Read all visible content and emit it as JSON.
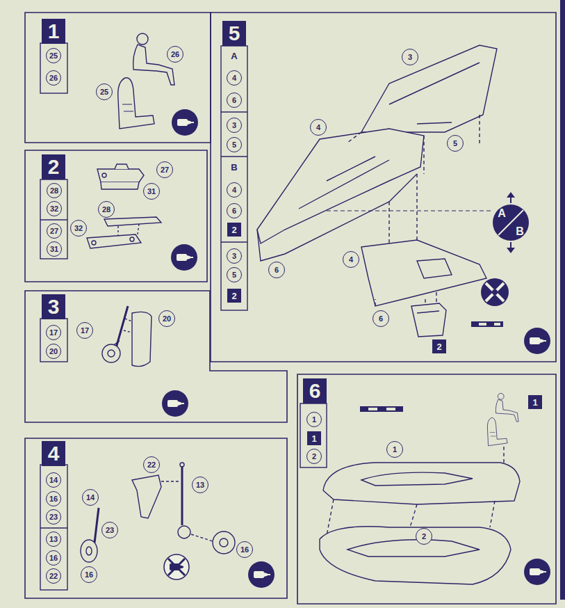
{
  "diagram": {
    "nodes": [
      {
        "text": [
          "1"
        ]
      },
      {
        "text": [
          "25"
        ],
        "in": 0
      },
      {
        "text": [
          "26"
        ],
        "in": 0
      },
      {
        "text": [
          "26"
        ],
        "in": 0
      },
      {
        "text": [
          "25"
        ],
        "in": 0
      },
      {
        "text": [
          "2"
        ]
      },
      {
        "text": [
          "28"
        ],
        "in": 5
      },
      {
        "text": [
          "32"
        ],
        "in": 5
      },
      {
        "text": [
          "27"
        ],
        "in": 5
      },
      {
        "text": [
          "31"
        ],
        "in": 5
      },
      {
        "text": [
          "27"
        ],
        "in": 5
      },
      {
        "text": [
          "31"
        ],
        "in": 5
      },
      {
        "text": [
          "28"
        ],
        "in": 5
      },
      {
        "text": [
          "32"
        ],
        "in": 5
      },
      {
        "text": [
          "3"
        ]
      },
      {
        "text": [
          "17"
        ],
        "in": 14
      },
      {
        "text": [
          "20"
        ],
        "in": 14
      },
      {
        "text": [
          "17"
        ],
        "in": 14
      },
      {
        "text": [
          "20"
        ],
        "in": 14
      },
      {
        "text": [
          "4"
        ]
      },
      {
        "text": [
          "14"
        ],
        "in": 19
      },
      {
        "text": [
          "16"
        ],
        "in": 19
      },
      {
        "text": [
          "23"
        ],
        "in": 19
      },
      {
        "text": [
          "13"
        ],
        "in": 19
      },
      {
        "text": [
          "16"
        ],
        "in": 19
      },
      {
        "text": [
          "22"
        ],
        "in": 19
      },
      {
        "text": [
          "22"
        ],
        "in": 19
      },
      {
        "text": [
          "13"
        ],
        "in": 19
      },
      {
        "text": [
          "14"
        ],
        "in": 19
      },
      {
        "text": [
          "23"
        ],
        "in": 19
      },
      {
        "text": [
          "16"
        ],
        "in": 19
      },
      {
        "text": [
          "16"
        ],
        "in": 19
      },
      {
        "text": [
          "5"
        ]
      },
      {
        "text": [
          "4"
        ],
        "in": 32
      },
      {
        "text": [
          "6"
        ],
        "in": 32
      },
      {
        "text": [
          "3"
        ],
        "in": 32
      },
      {
        "text": [
          "5"
        ],
        "in": 32
      },
      {
        "text": [
          "4"
        ],
        "in": 32
      },
      {
        "text": [
          "6"
        ],
        "in": 32
      },
      {
        "text": [
          "2"
        ],
        "in": 32
      },
      {
        "text": [
          "3"
        ],
        "in": 32
      },
      {
        "text": [
          "5"
        ],
        "in": 32
      },
      {
        "text": [
          "2"
        ],
        "in": 32
      },
      {
        "text": [
          "3"
        ],
        "in": 32
      },
      {
        "text": [
          "4"
        ],
        "in": 32
      },
      {
        "text": [
          "5"
        ],
        "in": 32
      },
      {
        "text": [
          "4"
        ],
        "in": 32
      },
      {
        "text": [
          "6"
        ],
        "in": 32
      },
      {
        "text": [
          "6"
        ],
        "in": 32
      },
      {
        "text": [
          "2"
        ],
        "in": 32
      },
      {
        "text": [
          "A",
          "B"
        ],
        "in": 32
      },
      {
        "text": [
          "6"
        ]
      },
      {
        "text": [
          "1"
        ],
        "in": 51
      },
      {
        "text": [
          "1"
        ],
        "in": 51
      },
      {
        "text": [
          "2"
        ],
        "in": 51
      },
      {
        "text": [
          "1"
        ],
        "in": 51
      },
      {
        "text": [
          "1"
        ],
        "in": 51
      },
      {
        "text": [
          "2"
        ],
        "in": 51
      }
    ],
    "labels": [
      "A",
      "B"
    ]
  }
}
